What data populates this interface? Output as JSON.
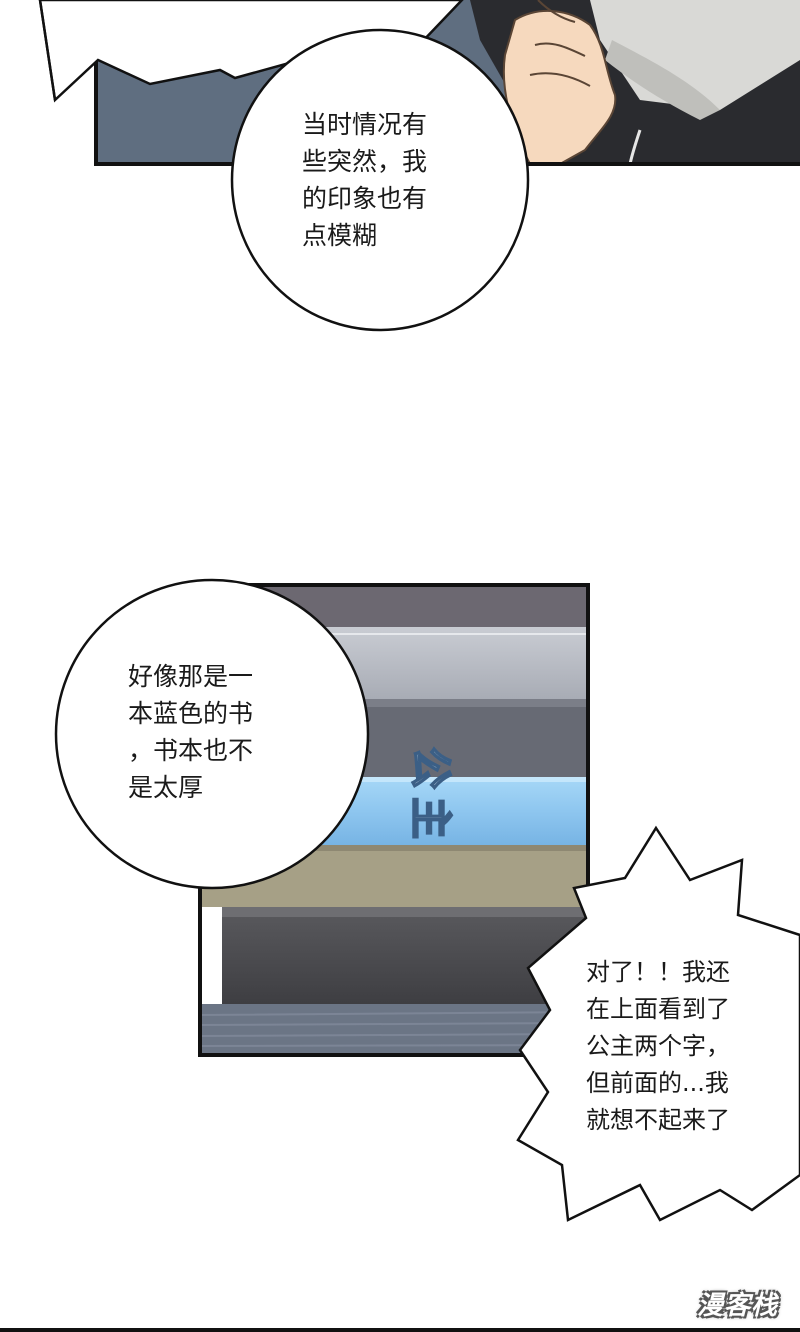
{
  "bubbles": {
    "top": {
      "lines": [
        "当时情况有",
        "些突然，我",
        "的印象也有",
        "点模糊"
      ]
    },
    "left": {
      "lines": [
        "好像那是一",
        "本蓝色的书",
        "，书本也不",
        "是太厚"
      ]
    },
    "right": {
      "lines": [
        "对了！！我还",
        "在上面看到了",
        "公主两个字，",
        "但前面的...我",
        "就想不起来了"
      ]
    }
  },
  "book_spine_text": "公主",
  "watermark": "漫客栈",
  "colors": {
    "panel_border": "#111111",
    "slate_bg": "#5d6b7d",
    "book_blue": "#8ec6ef",
    "book_tan": "#a39b82",
    "book_dark": "#4a4a4d"
  }
}
